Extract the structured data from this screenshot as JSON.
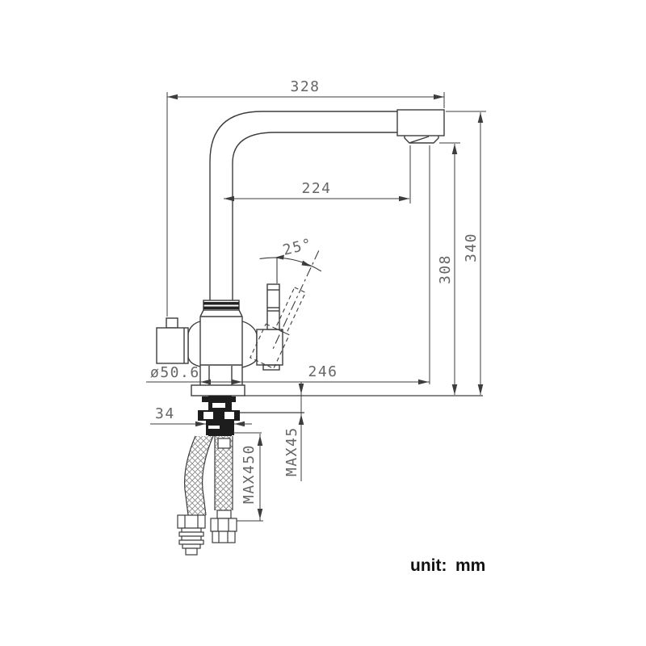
{
  "drawing": {
    "type": "technical-drawing",
    "subject": "kitchen faucet front elevation with installation dimensions",
    "colors": {
      "line": "#3d3d3d",
      "dim_text": "#666666",
      "unit_text": "#111111",
      "background": "#ffffff"
    },
    "unit": {
      "prefix": "unit:",
      "value": "mm"
    },
    "dimensions": {
      "overall_width": "328",
      "spout_reach": "224",
      "handle_rotation_angle": "25°",
      "spout_outlet_height": "308",
      "overall_height": "340",
      "body_diameter": "ø50.6",
      "outlet_horizontal_offset": "246",
      "shank_width": "34",
      "max_counter_thickness": "MAX45",
      "max_hose_length": "MAX450"
    }
  }
}
